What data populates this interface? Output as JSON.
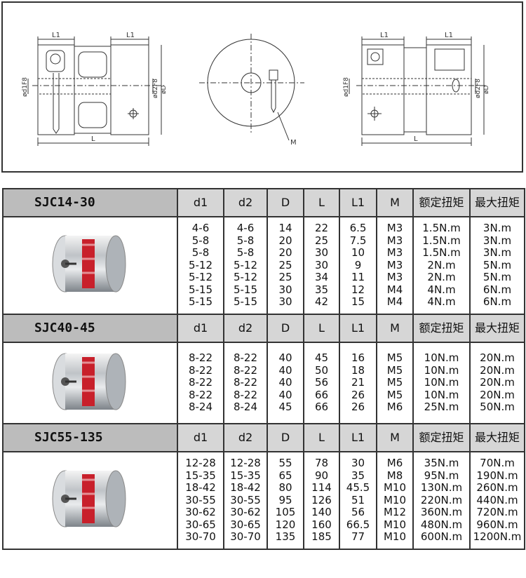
{
  "drawings": {
    "labels": {
      "l1": "L1",
      "l": "L",
      "d1f8": "ød1F8",
      "d2f8": "ød2F8",
      "d": "øD",
      "m": "M"
    }
  },
  "columns": [
    "d1",
    "d2",
    "D",
    "L",
    "L1",
    "M",
    "额定扭矩",
    "最大扭矩"
  ],
  "groups": [
    {
      "model": "SJC14-30",
      "rows": [
        [
          "4-6",
          "4-6",
          "14",
          "22",
          "6.5",
          "M3",
          "1.5N.m",
          "3N.m"
        ],
        [
          "5-8",
          "5-8",
          "20",
          "25",
          "7.5",
          "M3",
          "1.5N.m",
          "3N.m"
        ],
        [
          "5-8",
          "5-8",
          "20",
          "30",
          "10",
          "M3",
          "1.5N.m",
          "3N.m"
        ],
        [
          "5-12",
          "5-12",
          "25",
          "30",
          "9",
          "M3",
          "2N.m",
          "5N.m"
        ],
        [
          "5-12",
          "5-12",
          "25",
          "34",
          "11",
          "M3",
          "2N.m",
          "5N.m"
        ],
        [
          "5-15",
          "5-15",
          "30",
          "35",
          "12",
          "M4",
          "4N.m",
          "6N.m"
        ],
        [
          "5-15",
          "5-15",
          "30",
          "42",
          "15",
          "M4",
          "4N.m",
          "6N.m"
        ]
      ]
    },
    {
      "model": "SJC40-45",
      "rows": [
        [
          "8-22",
          "8-22",
          "40",
          "45",
          "16",
          "M5",
          "10N.m",
          "20N.m"
        ],
        [
          "8-22",
          "8-22",
          "40",
          "50",
          "18",
          "M5",
          "10N.m",
          "20N.m"
        ],
        [
          "8-22",
          "8-22",
          "40",
          "56",
          "21",
          "M5",
          "10N.m",
          "20N.m"
        ],
        [
          "8-22",
          "8-22",
          "40",
          "66",
          "26",
          "M5",
          "10N.m",
          "20N.m"
        ],
        [
          "8-24",
          "8-24",
          "45",
          "66",
          "26",
          "M6",
          "25N.m",
          "50N.m"
        ]
      ]
    },
    {
      "model": "SJC55-135",
      "rows": [
        [
          "12-28",
          "12-28",
          "55",
          "78",
          "30",
          "M6",
          "35N.m",
          "70N.m"
        ],
        [
          "15-35",
          "15-35",
          "65",
          "90",
          "35",
          "M8",
          "95N.m",
          "190N.m"
        ],
        [
          "18-42",
          "18-42",
          "80",
          "114",
          "45.5",
          "M10",
          "130N.m",
          "260N.m"
        ],
        [
          "30-55",
          "30-55",
          "95",
          "126",
          "51",
          "M10",
          "220N.m",
          "440N.m"
        ],
        [
          "30-62",
          "30-62",
          "105",
          "140",
          "56",
          "M12",
          "360N.m",
          "720N.m"
        ],
        [
          "30-65",
          "30-65",
          "120",
          "160",
          "66.5",
          "M10",
          "480N.m",
          "960N.m"
        ],
        [
          "30-70",
          "30-70",
          "135",
          "185",
          "77",
          "M10",
          "600N.m",
          "1200N.m"
        ]
      ]
    }
  ]
}
